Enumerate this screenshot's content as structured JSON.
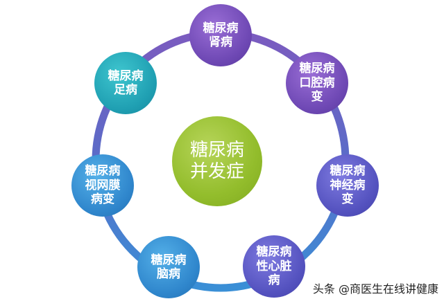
{
  "center": {
    "line1": "糖尿病",
    "line2": "并发症"
  },
  "complications": [
    {
      "lines": [
        "糖尿病",
        "肾病"
      ]
    },
    {
      "lines": [
        "糖尿病",
        "口腔病",
        "变"
      ]
    },
    {
      "lines": [
        "糖尿病",
        "神经病",
        "变"
      ]
    },
    {
      "lines": [
        "糖尿病",
        "性心脏",
        "病"
      ]
    },
    {
      "lines": [
        "糖尿病",
        "脑病"
      ]
    },
    {
      "lines": [
        "糖尿病",
        "视网膜",
        "病变"
      ]
    },
    {
      "lines": [
        "糖尿病",
        "足病"
      ]
    }
  ],
  "watermark": "头条 @商医生在线讲健康",
  "colors": {
    "ring_top": "#7b5bbf",
    "ring_bottom": "#3a8fd6",
    "center": "#93bd2c",
    "teal": "#1f9fb2",
    "blue": "#2f86cc",
    "purple": "#6e48b4",
    "indigo": "#5452bf"
  }
}
